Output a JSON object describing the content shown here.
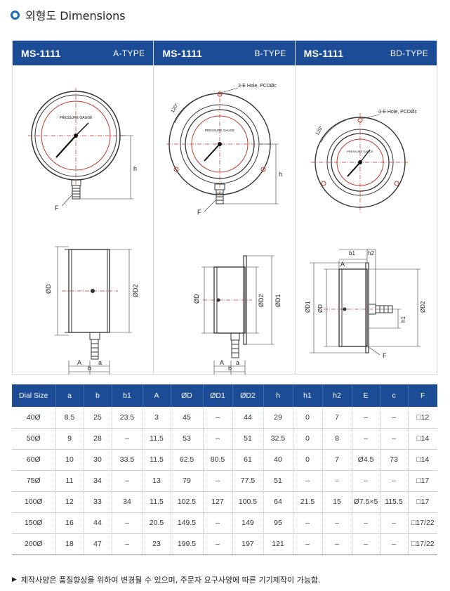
{
  "header": {
    "title": "외형도 Dimensions"
  },
  "panels": [
    {
      "model": "MS-1111",
      "type": "A-TYPE"
    },
    {
      "model": "MS-1111",
      "type": "B-TYPE"
    },
    {
      "model": "MS-1111",
      "type": "BD-TYPE"
    }
  ],
  "drawing_labels": {
    "gauge_text": "PRESSURE GAUGE",
    "hole": "3-E  Hole, PCDØc",
    "angle": "120°",
    "h": "h",
    "F": "F",
    "D": "ØD",
    "D1": "ØD1",
    "D2": "ØD2",
    "A": "A",
    "a": "a",
    "b": "b",
    "b1": "b1",
    "h1": "h1",
    "h2": "h2",
    "dash_F": "F"
  },
  "table": {
    "columns": [
      "Dial Size",
      "a",
      "b",
      "b1",
      "A",
      "ØD",
      "ØD1",
      "ØD2",
      "h",
      "h1",
      "h2",
      "E",
      "c",
      "F"
    ],
    "rows": [
      [
        "40Ø",
        "8.5",
        "25",
        "23.5",
        "3",
        "45",
        "–",
        "44",
        "29",
        "0",
        "7",
        "–",
        "–",
        "□12"
      ],
      [
        "50Ø",
        "9",
        "28",
        "–",
        "11.5",
        "53",
        "–",
        "51",
        "32.5",
        "0",
        "8",
        "–",
        "–",
        "□14"
      ],
      [
        "60Ø",
        "10",
        "30",
        "33.5",
        "11.5",
        "62.5",
        "80.5",
        "61",
        "40",
        "0",
        "7",
        "Ø4.5",
        "73",
        "□14"
      ],
      [
        "75Ø",
        "11",
        "34",
        "–",
        "13",
        "79",
        "–",
        "77.5",
        "51",
        "–",
        "–",
        "–",
        "–",
        "□17"
      ],
      [
        "100Ø",
        "12",
        "33",
        "34",
        "11.5",
        "102.5",
        "127",
        "100.5",
        "64",
        "21.5",
        "15",
        "Ø7.5×5",
        "115.5",
        "□17"
      ],
      [
        "150Ø",
        "16",
        "44",
        "–",
        "20.5",
        "149.5",
        "–",
        "149",
        "95",
        "–",
        "–",
        "–",
        "–",
        "□17/22"
      ],
      [
        "200Ø",
        "18",
        "47",
        "–",
        "23",
        "199.5",
        "–",
        "197",
        "121",
        "–",
        "–",
        "–",
        "–",
        "□17/22"
      ]
    ]
  },
  "footer": {
    "note": "제작사양은 품질향상을 위하여 변경될 수 있으며, 주문자 요구사양에 따른 기기제작이 가능함."
  }
}
